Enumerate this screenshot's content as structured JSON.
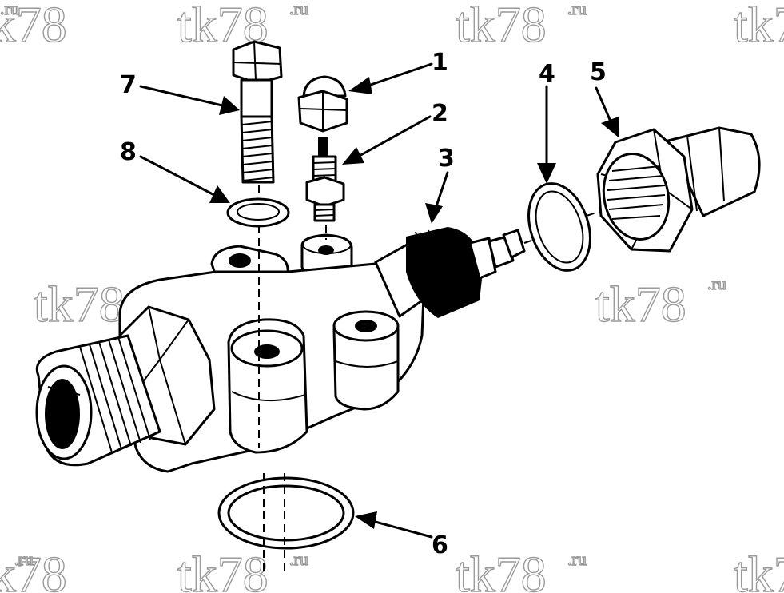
{
  "watermark": {
    "main": "tk78",
    "suffix": ".ru"
  },
  "callouts": [
    "1",
    "2",
    "3",
    "4",
    "5",
    "6",
    "7",
    "8"
  ]
}
